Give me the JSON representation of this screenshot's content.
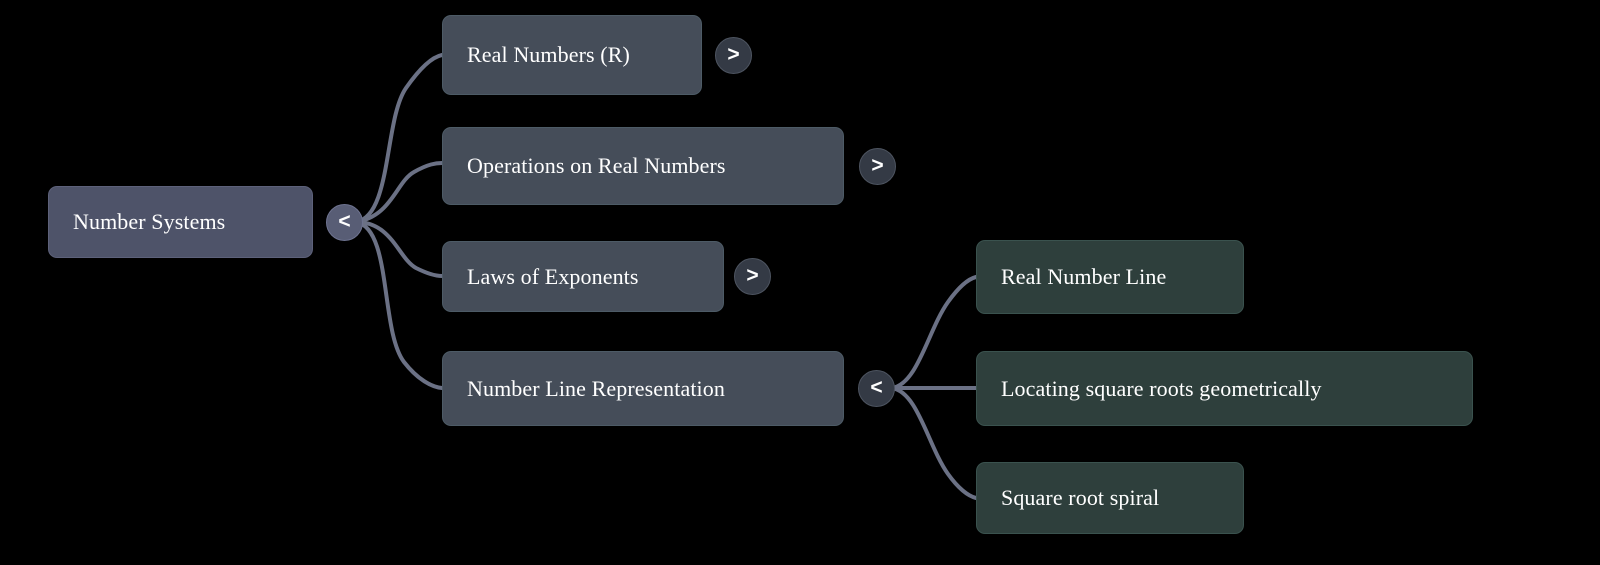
{
  "diagram": {
    "type": "mindmap",
    "background_color": "#000000",
    "edge_color": "#6b7185",
    "colors": {
      "root_fill": "#4e5369",
      "branch_fill": "#454d59",
      "leaf_fill": "#2e3f3c",
      "text": "#ffffff",
      "root_badge_fill": "#585d75",
      "branch_badge_fill": "#343a45"
    },
    "root": {
      "label": "Number Systems",
      "badge": "<",
      "badge_state": "expanded"
    },
    "branches": [
      {
        "label": "Real Numbers (R)",
        "badge": ">",
        "badge_state": "collapsed",
        "children": []
      },
      {
        "label": "Operations on Real Numbers",
        "badge": ">",
        "badge_state": "collapsed",
        "children": []
      },
      {
        "label": "Laws of Exponents",
        "badge": ">",
        "badge_state": "collapsed",
        "children": []
      },
      {
        "label": "Number Line Representation",
        "badge": "<",
        "badge_state": "expanded",
        "children": [
          {
            "label": "Real Number Line"
          },
          {
            "label": "Locating square roots geometrically"
          },
          {
            "label": "Square root spiral"
          }
        ]
      }
    ]
  }
}
